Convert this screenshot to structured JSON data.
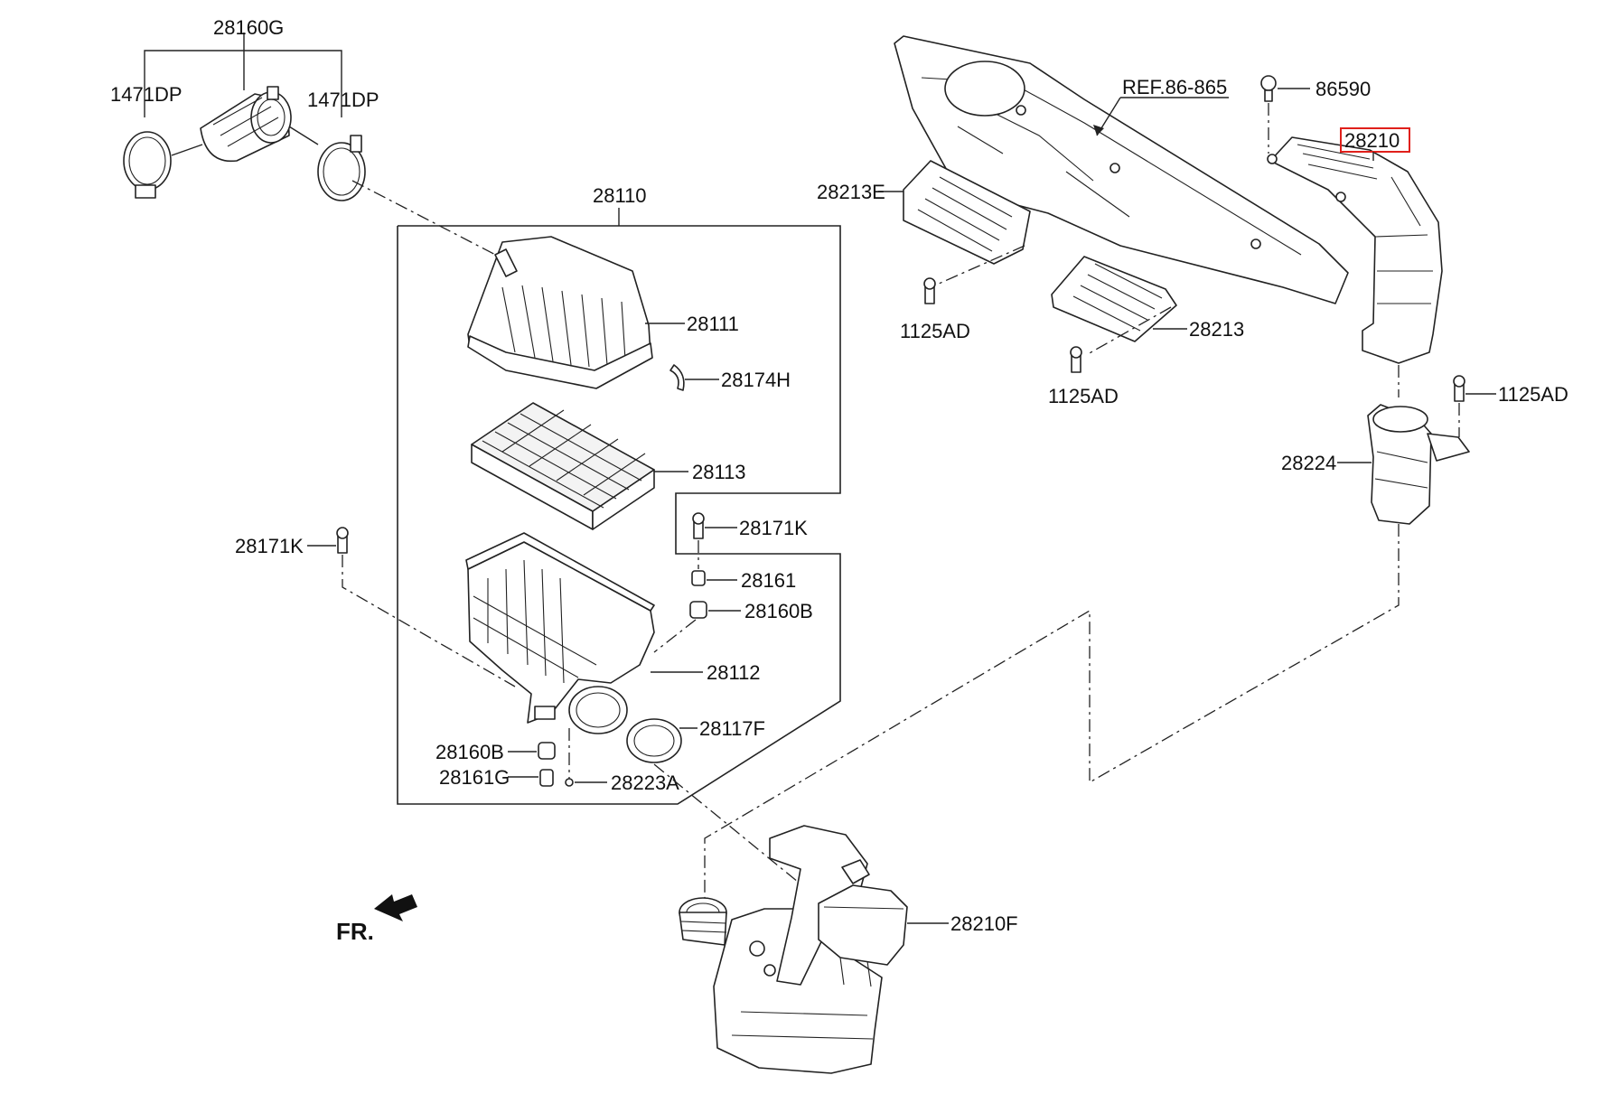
{
  "diagram": {
    "callouts": {
      "hose_group": "28160G",
      "clamp_left": "1471DP",
      "clamp_right": "1471DP",
      "air_cleaner_assy": "28110",
      "cover": "28111",
      "clip": "28174H",
      "filter_element": "28113",
      "bolt_left": "28171K",
      "bolt_right": "28171K",
      "collar_right": "28161",
      "insulator_right": "28160B",
      "body": "28112",
      "insulator_bottom": "28160B",
      "collar_bottom": "28161G",
      "seal": "28117F",
      "pin": "28223A",
      "ref": "REF.86-865",
      "resonator_left": "28213E",
      "resonator_right": "28213",
      "bolt_a": "1125AD",
      "bolt_b": "1125AD",
      "bolt_c": "1125AD",
      "screw": "86590",
      "intake_duct": "28210",
      "duct_lower": "28224",
      "resonator_assy": "28210F",
      "front": "FR."
    },
    "highlight_color": "#e0201b"
  }
}
